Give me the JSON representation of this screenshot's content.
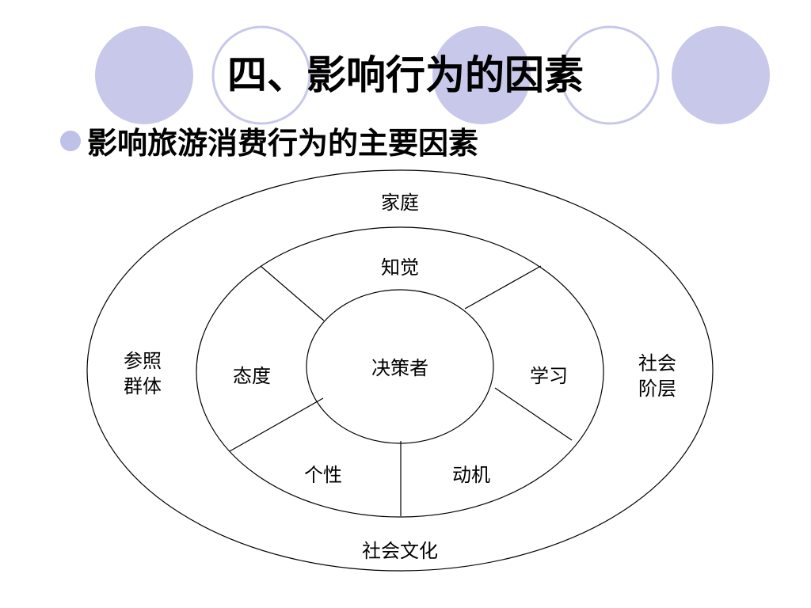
{
  "slide": {
    "title": "四、影响行为的因素",
    "bullet": "影响旅游消费行为的主要因素"
  },
  "diagram": {
    "outer_ring": {
      "top": "家庭",
      "left_line1": "参照",
      "left_line2": "群体",
      "right_line1": "社会",
      "right_line2": "阶层",
      "bottom": "社会文化"
    },
    "middle_ring": {
      "top": "知觉",
      "left": "态度",
      "right": "学习",
      "bottom_left": "个性",
      "bottom_right": "动机"
    },
    "center": "决策者"
  },
  "colors": {
    "circle_fill": "#c7c8ea",
    "circle_outline": "#c7c8ea",
    "bullet": "#bfc1e8"
  }
}
